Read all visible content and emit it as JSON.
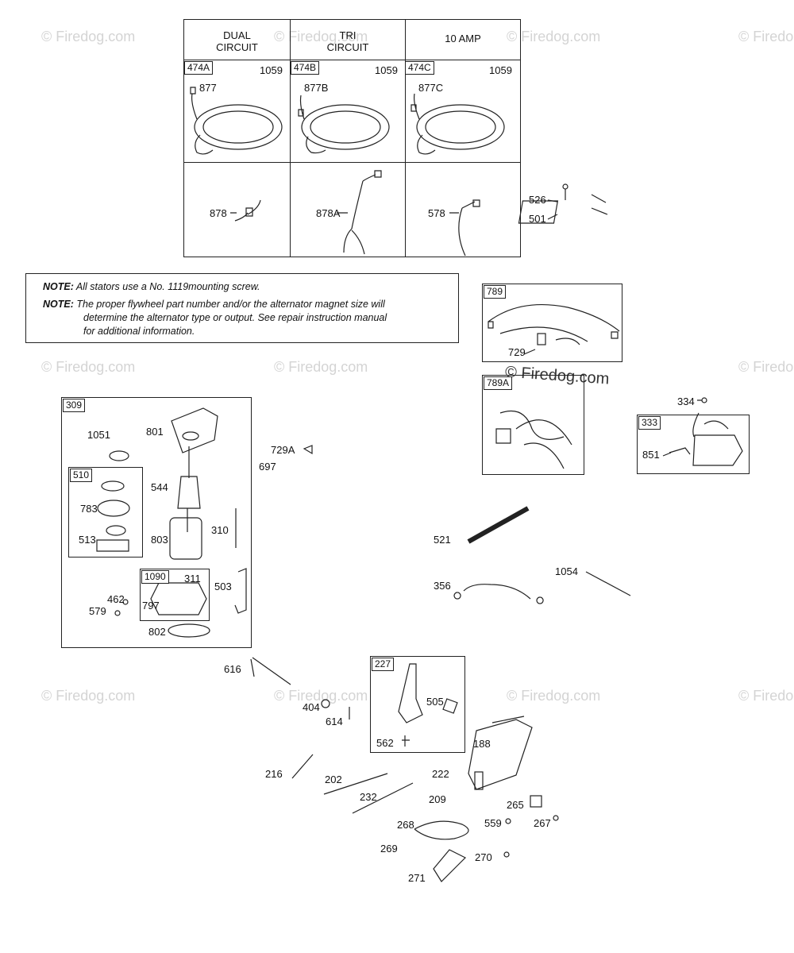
{
  "watermarks": [
    "© Firedog.com",
    "© Firedog.com",
    "© Firedog.com",
    "© Firedog.com",
    "© Firedog.com",
    "© Firedog.com",
    "© Firedog.com",
    "© Firedog.com",
    "© Firedog.com",
    "© Firedog.com",
    "© Firedog.com",
    "© Firedog.com"
  ],
  "center_watermark": "© Firedog.com",
  "stator_table": {
    "columns": [
      {
        "header": "DUAL\nCIRCUIT",
        "header_l1": "DUAL",
        "header_l2": "CIRCUIT",
        "kit": "474A",
        "screw": "1059",
        "connector": "877",
        "lead": "878"
      },
      {
        "header": "TRI\nCIRCUIT",
        "header_l1": "TRI",
        "header_l2": "CIRCUIT",
        "kit": "474B",
        "screw": "1059",
        "connector": "877B",
        "lead": "878A"
      },
      {
        "header": "10 AMP",
        "header_l1": "10 AMP",
        "header_l2": "",
        "kit": "474C",
        "screw": "1059",
        "connector": "877C",
        "lead": "578"
      }
    ]
  },
  "notes": {
    "label1": "NOTE:",
    "text1": "All stators use a No. 1119mounting screw.",
    "label2": "NOTE:",
    "text2a": "The proper flywheel part number and/or the alternator magnet size will",
    "text2b": "determine the alternator type or output. See repair instruction manual",
    "text2c": "for additional information."
  },
  "parts": {
    "p526": "526",
    "p501": "501",
    "k789": "789",
    "p729": "729",
    "k789a": "789A",
    "p334": "334",
    "k333": "333",
    "p851": "851",
    "k309": "309",
    "p1051": "1051",
    "p801": "801",
    "k510": "510",
    "p783": "783",
    "p544": "544",
    "p513": "513",
    "p803": "803",
    "p310": "310",
    "k1090": "1090",
    "p311": "311",
    "p503": "503",
    "p462": "462",
    "p579": "579",
    "p797": "797",
    "p802": "802",
    "p729a": "729A",
    "p697": "697",
    "p521": "521",
    "p356": "356",
    "p1054": "1054",
    "p616": "616",
    "p404": "404",
    "p614": "614",
    "k227": "227",
    "p505": "505",
    "p562": "562",
    "p188": "188",
    "p216": "216",
    "p202": "202",
    "p222": "222",
    "p232": "232",
    "p209": "209",
    "p265": "265",
    "p268": "268",
    "p559": "559",
    "p267": "267",
    "p269": "269",
    "p270": "270",
    "p271": "271"
  }
}
